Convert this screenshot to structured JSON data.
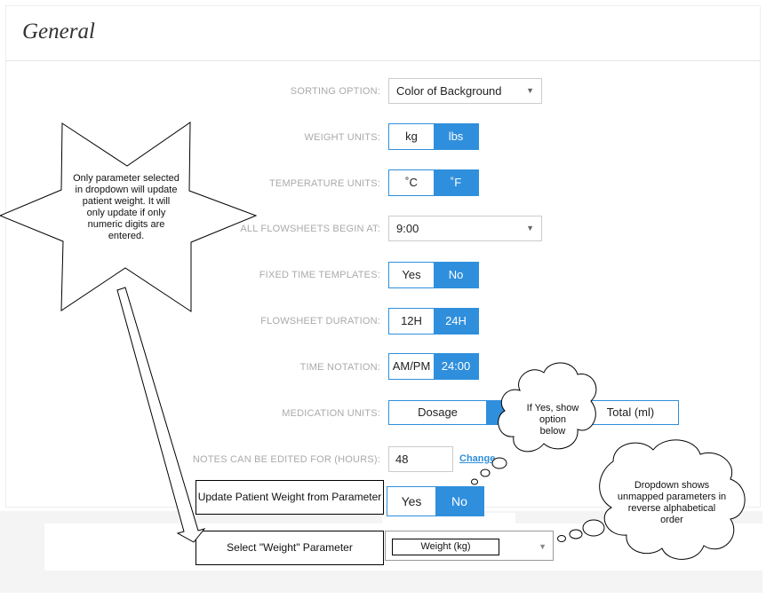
{
  "page": {
    "title": "General"
  },
  "settings": {
    "sorting_option": {
      "label": "SORTING OPTION:",
      "value": "Color of Background"
    },
    "weight_units": {
      "label": "WEIGHT UNITS:",
      "options": [
        "kg",
        "lbs"
      ],
      "selected": "lbs"
    },
    "temperature_units": {
      "label": "TEMPERATURE UNITS:",
      "options": [
        "˚C",
        "˚F"
      ],
      "selected": "˚F"
    },
    "flowsheets_begin": {
      "label": "ALL FLOWSHEETS BEGIN AT:",
      "value": "9:00"
    },
    "fixed_time_templates": {
      "label": "FIXED TIME TEMPLATES:",
      "options": [
        "Yes",
        "No"
      ],
      "selected": "No"
    },
    "flowsheet_duration": {
      "label": "FLOWSHEET DURATION:",
      "options": [
        "12H",
        "24H"
      ],
      "selected": "24H"
    },
    "time_notation": {
      "label": "TIME NOTATION:",
      "options": [
        "AM/PM",
        "24:00"
      ],
      "selected": "24:00"
    },
    "medication_units": {
      "label": "MEDICATION UNITS:",
      "options": [
        "Dosage",
        "",
        "Total (ml)"
      ],
      "selected_index": 1
    },
    "notes_edit_hours": {
      "label": "NOTES CAN BE EDITED FOR (HOURS):",
      "value": "48",
      "change_link": "Change"
    }
  },
  "mockup": {
    "update_weight_label": "Update Patient Weight from Parameter",
    "update_weight_options": [
      "Yes",
      "No"
    ],
    "update_weight_selected": "No",
    "select_weight_label": "Select \"Weight\" Parameter",
    "weight_param_value": "Weight (kg)"
  },
  "annotations": {
    "star_note": "Only parameter selected in dropdown will update patient weight. It will only update if only numeric digits are entered.",
    "cloud_yes_note": "If Yes, show option below",
    "cloud_dropdown_note": "Dropdown shows unmapped parameters in reverse alphabetical order"
  },
  "colors": {
    "accent": "#2f8fdc",
    "label_gray": "#aaaaaa",
    "border_gray": "#cccccc"
  }
}
